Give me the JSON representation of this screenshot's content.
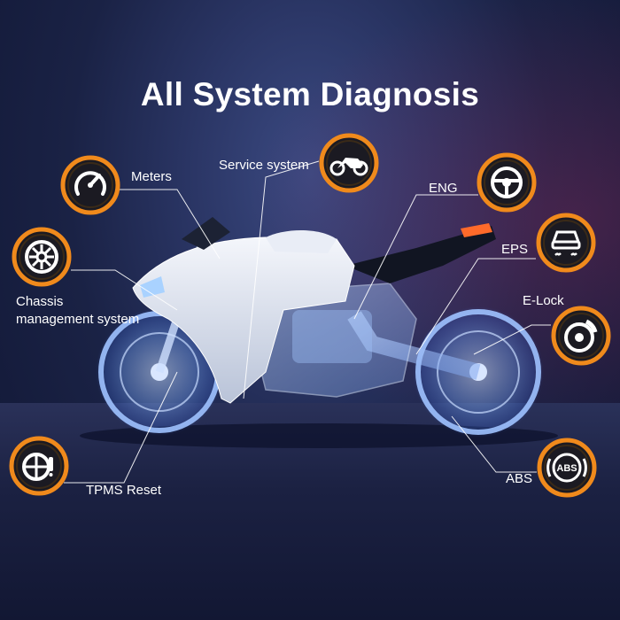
{
  "title": "All System Diagnosis",
  "features": {
    "meters": "Meters",
    "service_system": "Service system",
    "eng": "ENG",
    "eps": "EPS",
    "chassis_line1": "Chassis",
    "chassis_line2": "management system",
    "e_lock": "E-Lock",
    "tpms_reset": "TPMS Reset",
    "abs": "ABS",
    "abs_badge_text": "ABS"
  },
  "icons": [
    "gauge-icon",
    "motorcycle-icon",
    "steering-wheel-icon",
    "stability-control-icon",
    "chassis-wheel-icon",
    "brake-disc-icon",
    "tire-pressure-icon",
    "abs-icon"
  ],
  "colors": {
    "accent_orange": "#f08a1c",
    "ring_dark": "#2a1a0c",
    "background": "#1a2245",
    "bike_glow": "#8ab6ff"
  }
}
